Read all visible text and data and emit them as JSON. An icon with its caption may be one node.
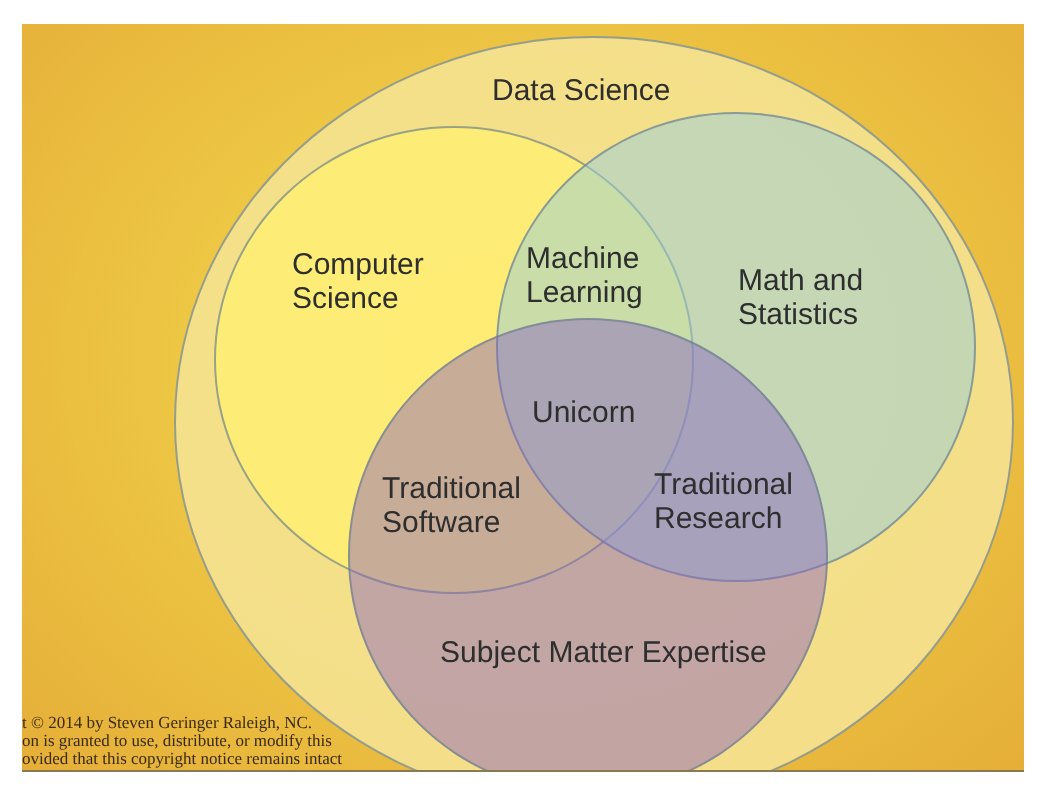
{
  "diagram": {
    "nodes": [
      {
        "text": [
          "Data Science"
        ]
      },
      {
        "text": [
          "Computer Science"
        ],
        "in": 0
      },
      {
        "text": [
          "Math and Statistics"
        ],
        "in": 0
      },
      {
        "text": [
          "Subject Matter Expertise"
        ],
        "in": 0
      }
    ],
    "labels": [
      "Machine Learning",
      "Unicorn",
      "Traditional Software",
      "Traditional Research",
      "t © 2014 by Steven Geringer Raleigh, NC.",
      "on is granted to use, distribute, or modify this",
      "ovided that this copyright notice remains intact"
    ]
  }
}
